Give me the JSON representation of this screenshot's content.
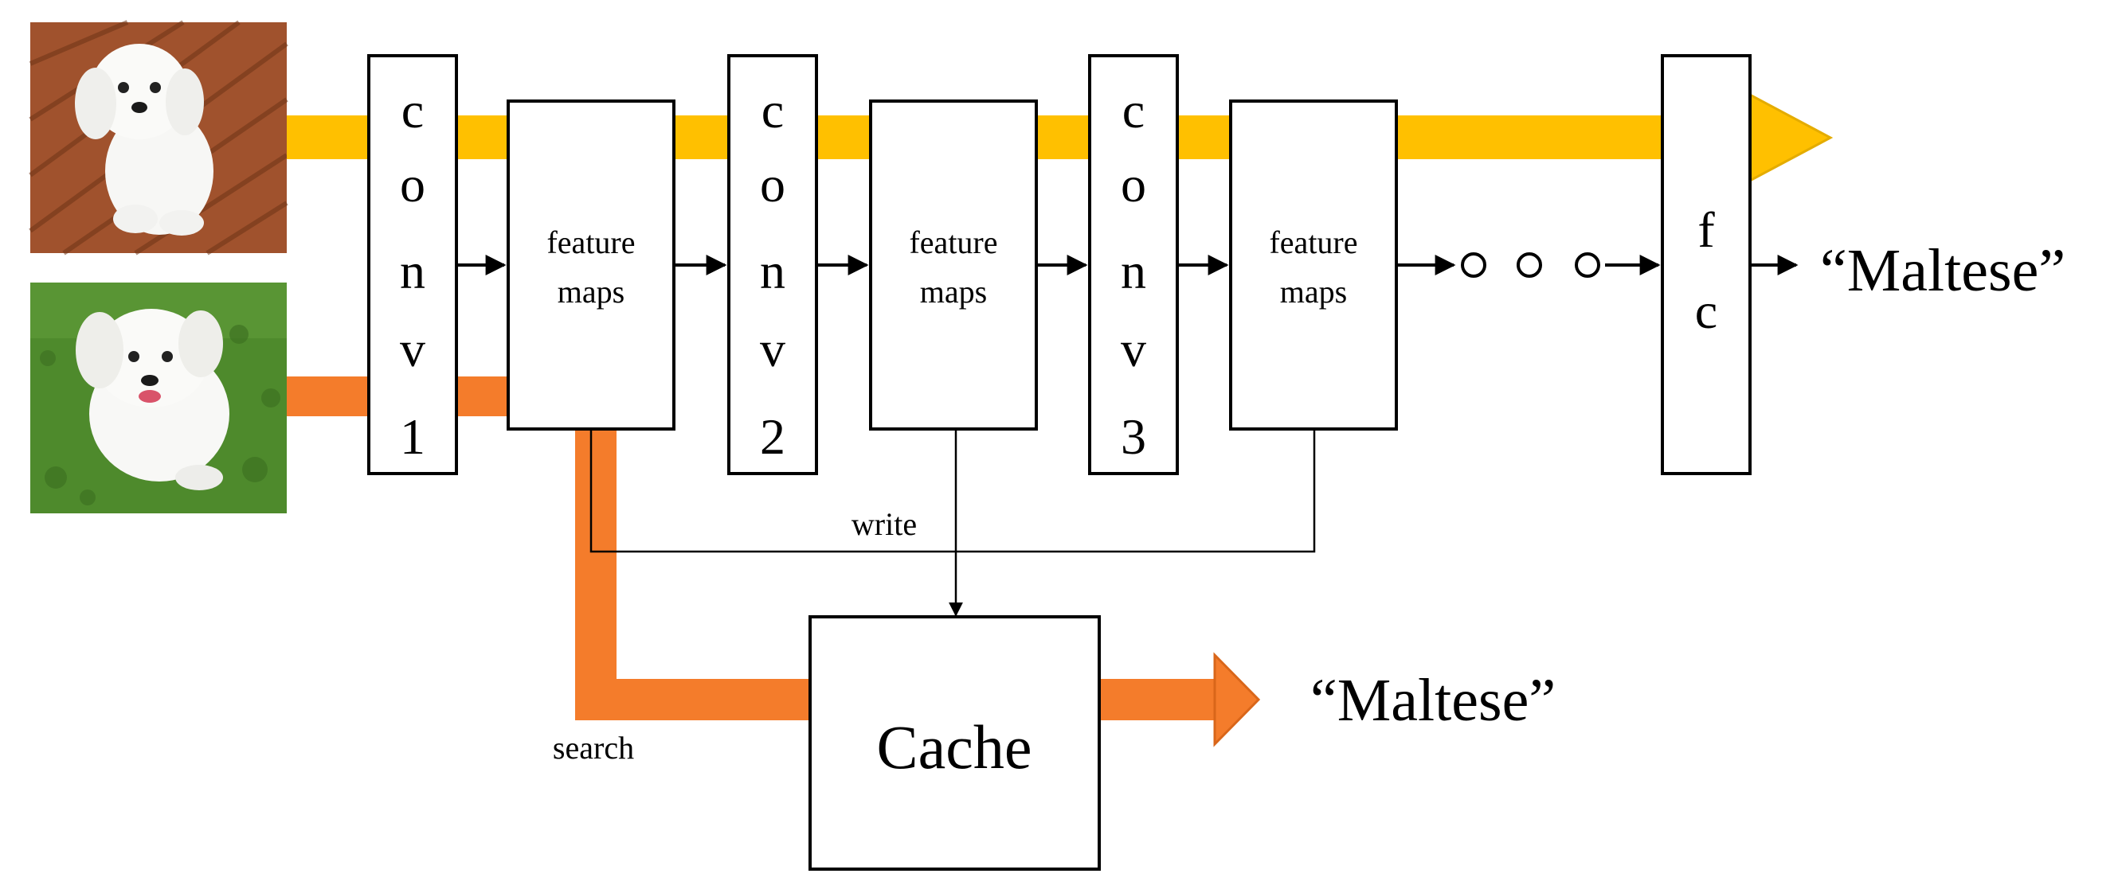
{
  "layers": {
    "conv1": [
      "c",
      "o",
      "n",
      "v",
      "1"
    ],
    "conv2": [
      "c",
      "o",
      "n",
      "v",
      "2"
    ],
    "conv3": [
      "c",
      "o",
      "n",
      "v",
      "3"
    ],
    "fc": [
      "f",
      "c"
    ]
  },
  "feature_maps": [
    {
      "line1": "feature",
      "line2": "maps"
    },
    {
      "line1": "feature",
      "line2": "maps"
    },
    {
      "line1": "feature",
      "line2": "maps"
    }
  ],
  "labels": {
    "output_main": "“Maltese”",
    "output_cache": "“Maltese”",
    "write": "write",
    "search": "search",
    "cache": "Cache"
  },
  "colors": {
    "yellow_path": "#FFC000",
    "yellow_outline": "#E4AC00",
    "orange_path": "#F47C2B",
    "orange_outline": "#D9661A"
  },
  "images": [
    {
      "icon": "maltese-on-wooden-deck"
    },
    {
      "icon": "maltese-on-grass"
    }
  ]
}
